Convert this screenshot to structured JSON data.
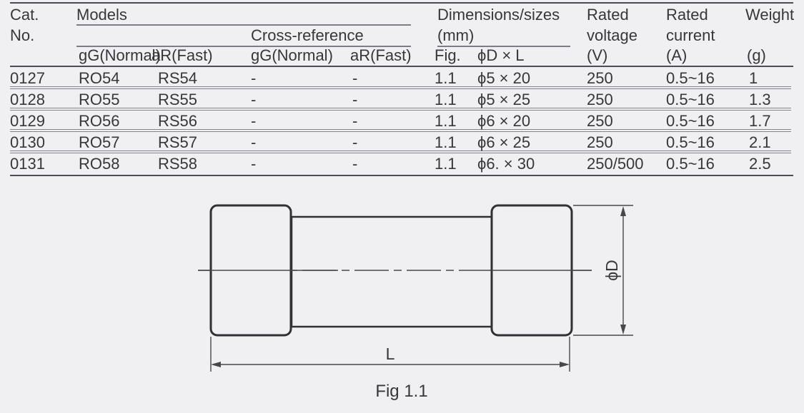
{
  "colors": {
    "background": "#f0f0f2",
    "text": "#37373b",
    "heavy_rule": "#4c4c52",
    "light_rule": "#7d7d84",
    "diagram_stroke": "#303035"
  },
  "table": {
    "header": {
      "cat_line1": "Cat.",
      "cat_line2": "No.",
      "models": "Models",
      "cross_reference": "Cross-reference",
      "dimensions_line1": "Dimensions/sizes",
      "dimensions_line2": "(mm)",
      "rated_voltage_line1": "Rated",
      "rated_voltage_line2": "voltage",
      "rated_voltage_unit": "(V)",
      "rated_current_line1": "Rated",
      "rated_current_line2": "current",
      "rated_current_unit": "(A)",
      "weight": "Weight",
      "weight_unit": "(g)",
      "sub": {
        "models_gg": "gG(Normal)",
        "models_ar": "aR(Fast)",
        "xref_gg": "gG(Normal)",
        "xref_ar": "aR(Fast)",
        "fig": "Fig.",
        "dxl": "ϕD × L"
      }
    },
    "rows": [
      [
        "0127",
        "RO54",
        "RS54",
        "-",
        "-",
        "1.1",
        "ϕ5 × 20",
        "250",
        "0.5~16",
        "1"
      ],
      [
        "0128",
        "RO55",
        "RS55",
        "-",
        "-",
        "1.1",
        "ϕ5 × 25",
        "250",
        "0.5~16",
        "1.3"
      ],
      [
        "0129",
        "RO56",
        "RS56",
        "-",
        "-",
        "1.1",
        "ϕ6 × 20",
        "250",
        "0.5~16",
        "1.7"
      ],
      [
        "0130",
        "RO57",
        "RS57",
        "-",
        "-",
        "1.1",
        "ϕ6 × 25",
        "250",
        "0.5~16",
        "2.1"
      ],
      [
        "0131",
        "RO58",
        "RS58",
        "-",
        "-",
        "1.1",
        "ϕ6. × 30",
        "250/500",
        "0.5~16",
        "2.5"
      ]
    ]
  },
  "diagram": {
    "diameter_label": "ϕD",
    "length_label": "L",
    "caption": "Fig 1.1"
  }
}
